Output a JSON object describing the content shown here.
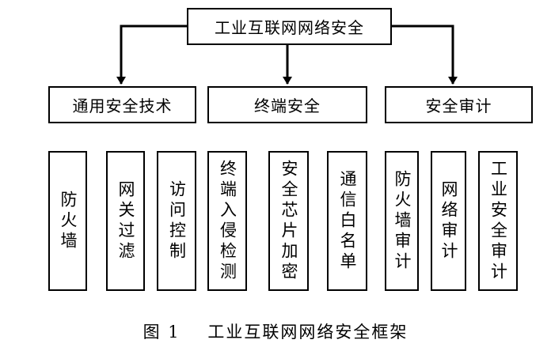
{
  "root": {
    "label": "工业互联网网络安全"
  },
  "categories": [
    {
      "label": "通用安全技术"
    },
    {
      "label": "终端安全"
    },
    {
      "label": "安全审计"
    }
  ],
  "leaves": [
    {
      "label": "防火墙"
    },
    {
      "label": "网关过滤"
    },
    {
      "label": "访问控制"
    },
    {
      "label": "终端入侵检测"
    },
    {
      "label": "安全芯片加密"
    },
    {
      "label": "通信白名单"
    },
    {
      "label": "防火墙审计"
    },
    {
      "label": "网络审计"
    },
    {
      "label": "工业安全审计"
    }
  ],
  "caption": {
    "text": "图 1    工业互联网网络安全框架"
  }
}
